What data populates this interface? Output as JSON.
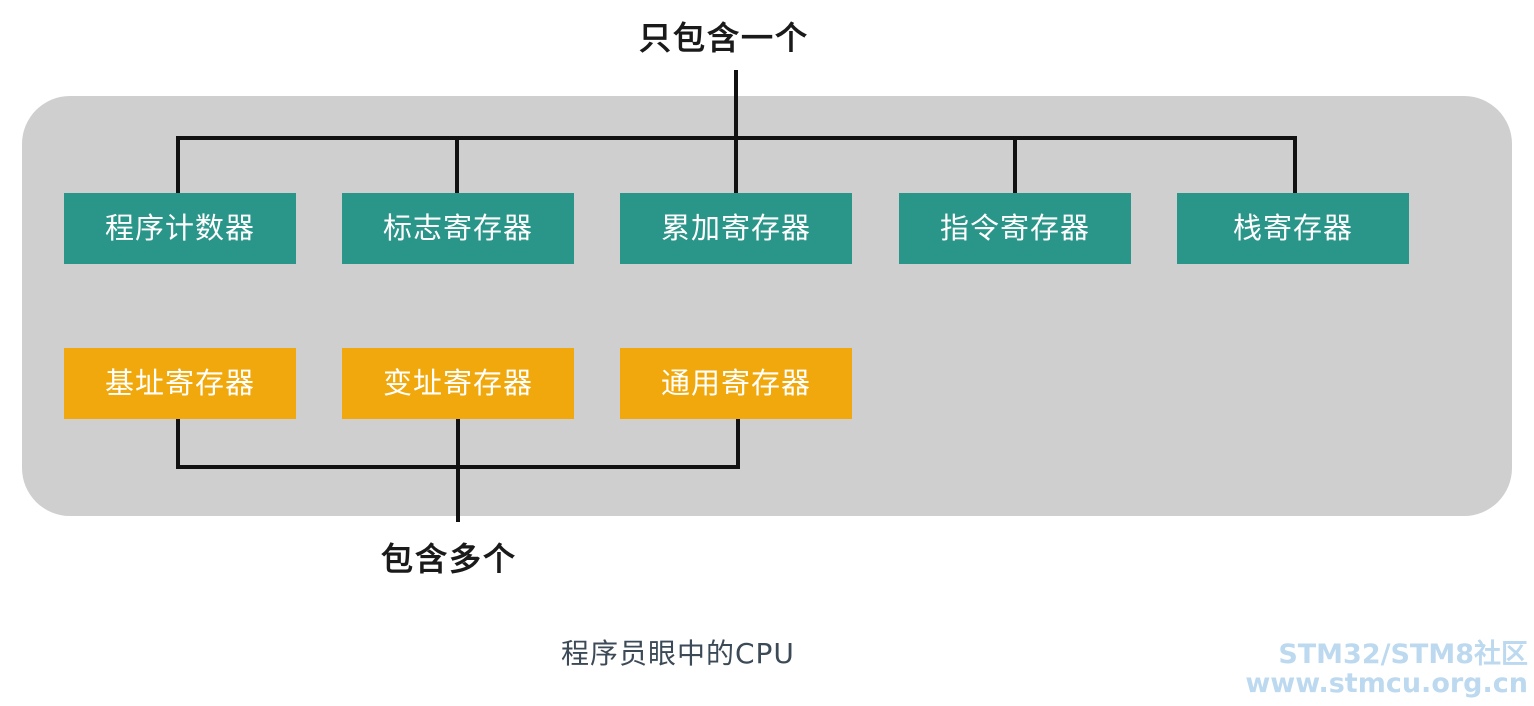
{
  "diagram": {
    "caption": "程序员眼中的CPU",
    "top_annotation": "只包含一个",
    "bottom_annotation": "包含多个",
    "colors": {
      "container": "#cfcfcf",
      "single_node": "#2a9589",
      "multi_node": "#f0a80c",
      "line": "#111111",
      "caption_text": "#3c4a57",
      "watermark": "#bcd9ef"
    },
    "single_registers": [
      {
        "label": "程序计数器"
      },
      {
        "label": "标志寄存器"
      },
      {
        "label": "累加寄存器"
      },
      {
        "label": "指令寄存器"
      },
      {
        "label": "栈寄存器"
      }
    ],
    "multi_registers": [
      {
        "label": "基址寄存器"
      },
      {
        "label": "变址寄存器"
      },
      {
        "label": "通用寄存器"
      }
    ]
  },
  "watermark": {
    "line1": "STM32/STM8社区",
    "line2": "www.stmcu.org.cn"
  }
}
